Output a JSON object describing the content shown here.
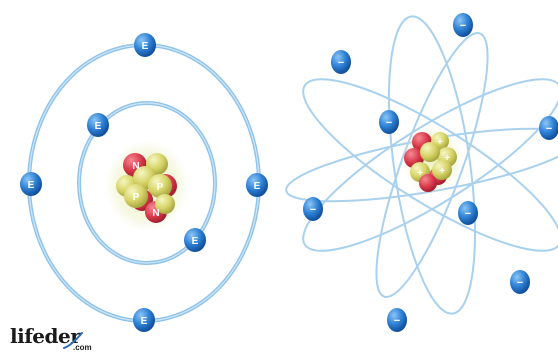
{
  "colors": {
    "orbit": "#6aaedf",
    "orbit_light": "#a9d1ee",
    "electron": "#1f6fc9",
    "electron_light": "#5fa8ea",
    "proton": "#d9d96a",
    "neutron": "#d73a48",
    "nucleus_glow": "#f2f5c6"
  },
  "bohr_model": {
    "electron_symbol": "E",
    "proton_symbol": "P",
    "neutron_symbol": "N"
  },
  "rutherford_model": {
    "electron_symbol": "−",
    "proton_symbol": "+"
  },
  "watermark": {
    "text": "lifeder",
    "suffix": ".com"
  }
}
